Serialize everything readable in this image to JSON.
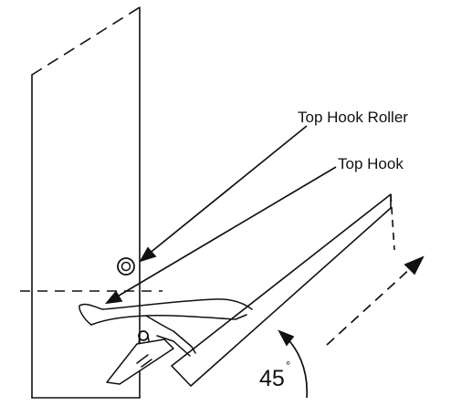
{
  "diagram": {
    "labels": {
      "top_hook_roller": "Top Hook Roller",
      "top_hook": "Top Hook",
      "angle_value": "45",
      "angle_unit": "°"
    },
    "colors": {
      "ink": "#111111",
      "background": "#ffffff"
    }
  }
}
